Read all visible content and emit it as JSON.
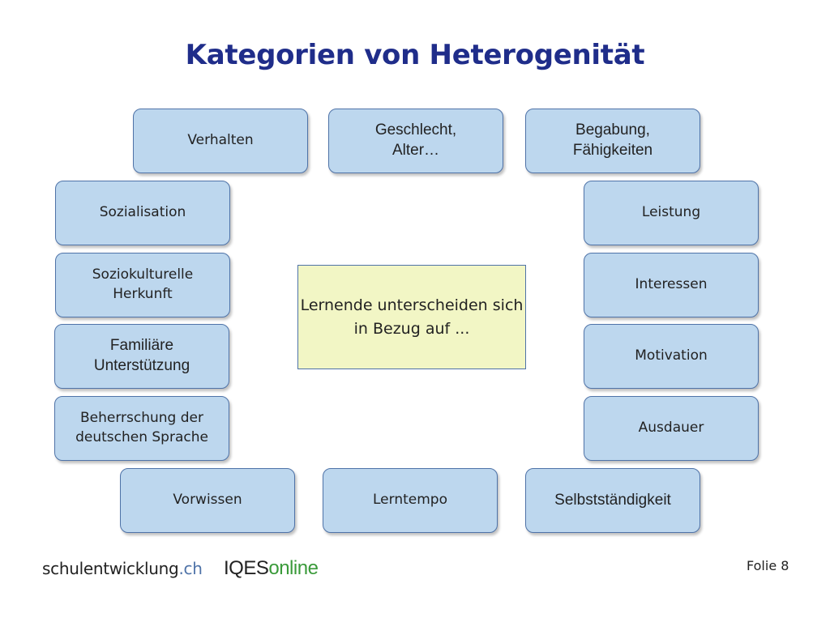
{
  "title": "Kategorien von Heterogenität",
  "center": {
    "text": "Lernende\nunterscheiden sich in\nBezug auf ..."
  },
  "categories": [
    {
      "text": "Verhalten"
    },
    {
      "text": "Geschlecht,\nAlter…"
    },
    {
      "text": "Begabung,\nFähigkeiten"
    },
    {
      "text": "Sozialisation"
    },
    {
      "text": "Leistung"
    },
    {
      "text": "Soziokulturelle\nHerkunft"
    },
    {
      "text": "Interessen"
    },
    {
      "text": "Familiäre\nUnterstützung"
    },
    {
      "text": "Motivation"
    },
    {
      "text": "Beherrschung der\ndeutschen Sprache"
    },
    {
      "text": "Ausdauer"
    },
    {
      "text": "Vorwissen"
    },
    {
      "text": "Lerntempo"
    },
    {
      "text": "Selbstständigkeit"
    }
  ],
  "footer": {
    "logo1_main": "schulentwicklung",
    "logo1_tld": ".ch",
    "logo2_main": "IQES",
    "logo2_tld": "online",
    "slide_number": "Folie 8"
  }
}
